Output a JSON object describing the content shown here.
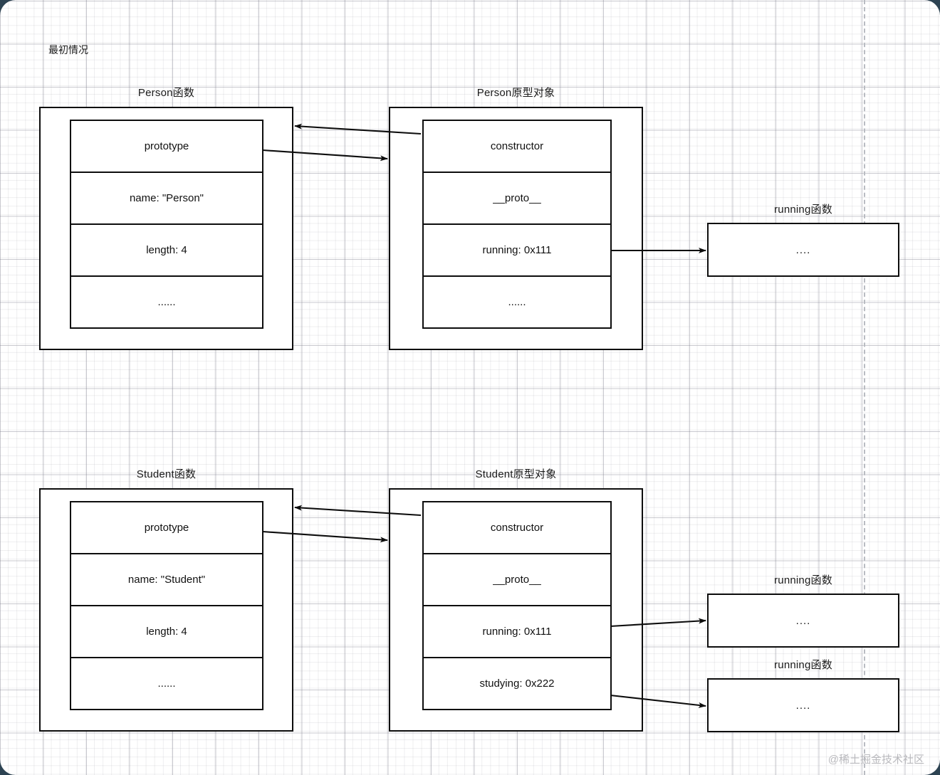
{
  "page": {
    "title": "最初情况",
    "watermark": "@稀土掘金技术社区",
    "accent_border": "#0d0d0d",
    "background": "#ffffff",
    "page_frame": "#2d4352",
    "guide_line_color": "#b9bcc2"
  },
  "captions": {
    "person_function": "Person函数",
    "person_prototype": "Person原型对象",
    "running_function_top": "running函数",
    "student_function": "Student函数",
    "student_prototype": "Student原型对象",
    "running_function_mid": "running函数",
    "running_function_bottom": "running函数"
  },
  "boxes": {
    "person_function": {
      "label": "Person函数",
      "rows": [
        "prototype",
        "name: \"Person\"",
        "length: 4",
        "......"
      ]
    },
    "person_prototype": {
      "label": "Person原型对象",
      "rows": [
        "constructor",
        "__proto__",
        "running: 0x111",
        "......"
      ]
    },
    "running_function_top": {
      "label": "running函数",
      "body": "...."
    },
    "student_function": {
      "label": "Student函数",
      "rows": [
        "prototype",
        "name: \"Student\"",
        "length: 4",
        "......"
      ]
    },
    "student_prototype": {
      "label": "Student原型对象",
      "rows": [
        "constructor",
        "__proto__",
        "running: 0x111",
        "studying: 0x222"
      ]
    },
    "running_function_mid": {
      "label": "running函数",
      "body": "...."
    },
    "running_function_bottom": {
      "label": "running函数",
      "body": "...."
    }
  },
  "connections": [
    {
      "from": "person-prototype-constructor-row",
      "to": "person-function-box",
      "direction": "left"
    },
    {
      "from": "person-function-prototype-row",
      "to": "person-prototype-box",
      "direction": "right"
    },
    {
      "from": "person-prototype-running-row",
      "to": "running-function-top-box",
      "direction": "right"
    },
    {
      "from": "student-prototype-constructor-row",
      "to": "student-function-box",
      "direction": "left"
    },
    {
      "from": "student-function-prototype-row",
      "to": "student-prototype-box",
      "direction": "right"
    },
    {
      "from": "student-prototype-running-row",
      "to": "running-function-mid-box",
      "direction": "right"
    },
    {
      "from": "student-prototype-studying-row",
      "to": "running-function-bottom-box",
      "direction": "right"
    }
  ]
}
